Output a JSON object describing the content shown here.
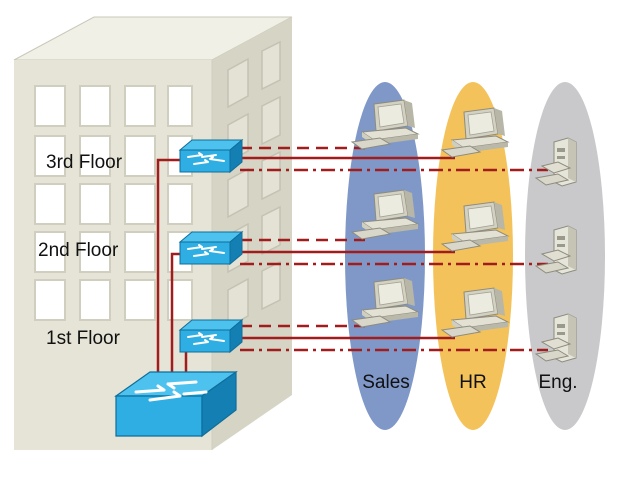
{
  "diagram": {
    "floors": [
      {
        "id": "floor3",
        "label": "3rd Floor"
      },
      {
        "id": "floor2",
        "label": "2nd Floor"
      },
      {
        "id": "floor1",
        "label": "1st Floor"
      }
    ],
    "groups": [
      {
        "id": "sales",
        "label": "Sales",
        "color": "#7f98c8"
      },
      {
        "id": "hr",
        "label": "HR",
        "color": "#f4c25a"
      },
      {
        "id": "eng",
        "label": "Eng.",
        "color": "#c9c9cc"
      }
    ],
    "colors": {
      "link": "#a11d1d",
      "switch_top": "#33b3e6",
      "switch_side": "#1387bd",
      "building_front": "#e5e4d6",
      "building_side": "#d6d5c5",
      "building_top": "#f1f0e6",
      "window": "#ffffff"
    },
    "icons": [
      "workstation-icon",
      "switch-icon",
      "building-icon"
    ]
  }
}
